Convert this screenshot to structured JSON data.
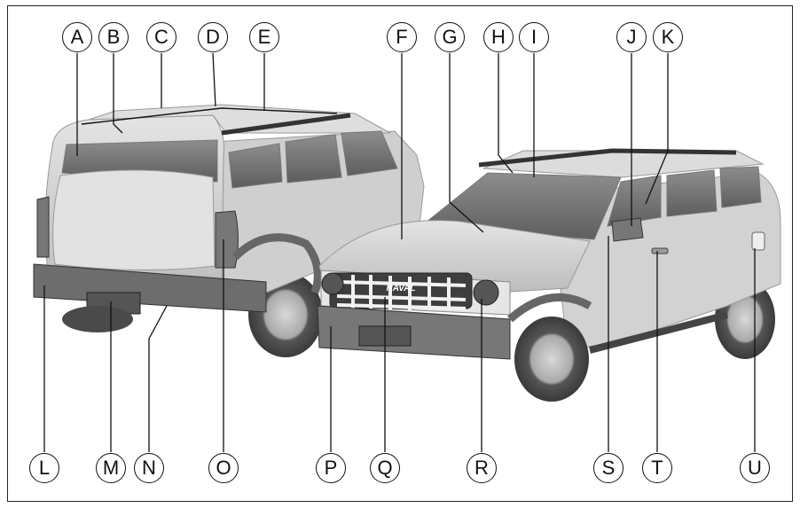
{
  "car_badge_text": "HAVAL",
  "callouts": {
    "A": "A",
    "B": "B",
    "C": "C",
    "D": "D",
    "E": "E",
    "F": "F",
    "G": "G",
    "H": "H",
    "I": "I",
    "J": "J",
    "K": "K",
    "L": "L",
    "M": "M",
    "N": "N",
    "O": "O",
    "P": "P",
    "Q": "Q",
    "R": "R",
    "S": "S",
    "T": "T",
    "U": "U"
  }
}
